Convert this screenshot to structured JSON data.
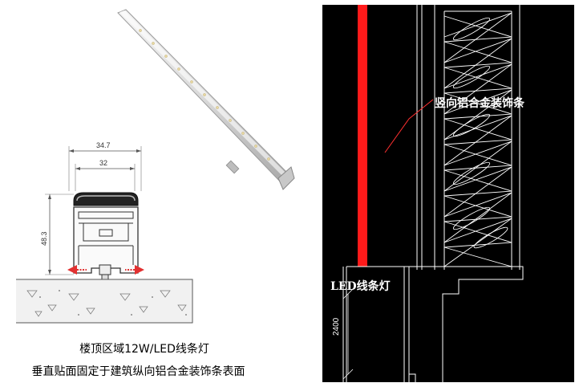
{
  "left": {
    "caption_line1": "楼顶区域12W/LED线条灯",
    "caption_line2": "垂直贴面固定于建筑纵向铝合金装饰条表面",
    "dimensions": {
      "width_outer": "34.7",
      "width_inner": "32",
      "height": "48.3"
    }
  },
  "right": {
    "label_strip": "竖向铝合金装饰条",
    "label_led": "LED线条灯",
    "dim_vertical": "2400"
  },
  "colors": {
    "led_red": "#ff1a1a",
    "cad_white": "#ffffff",
    "cad_background": "#000000",
    "arrow_red": "#e23030"
  }
}
